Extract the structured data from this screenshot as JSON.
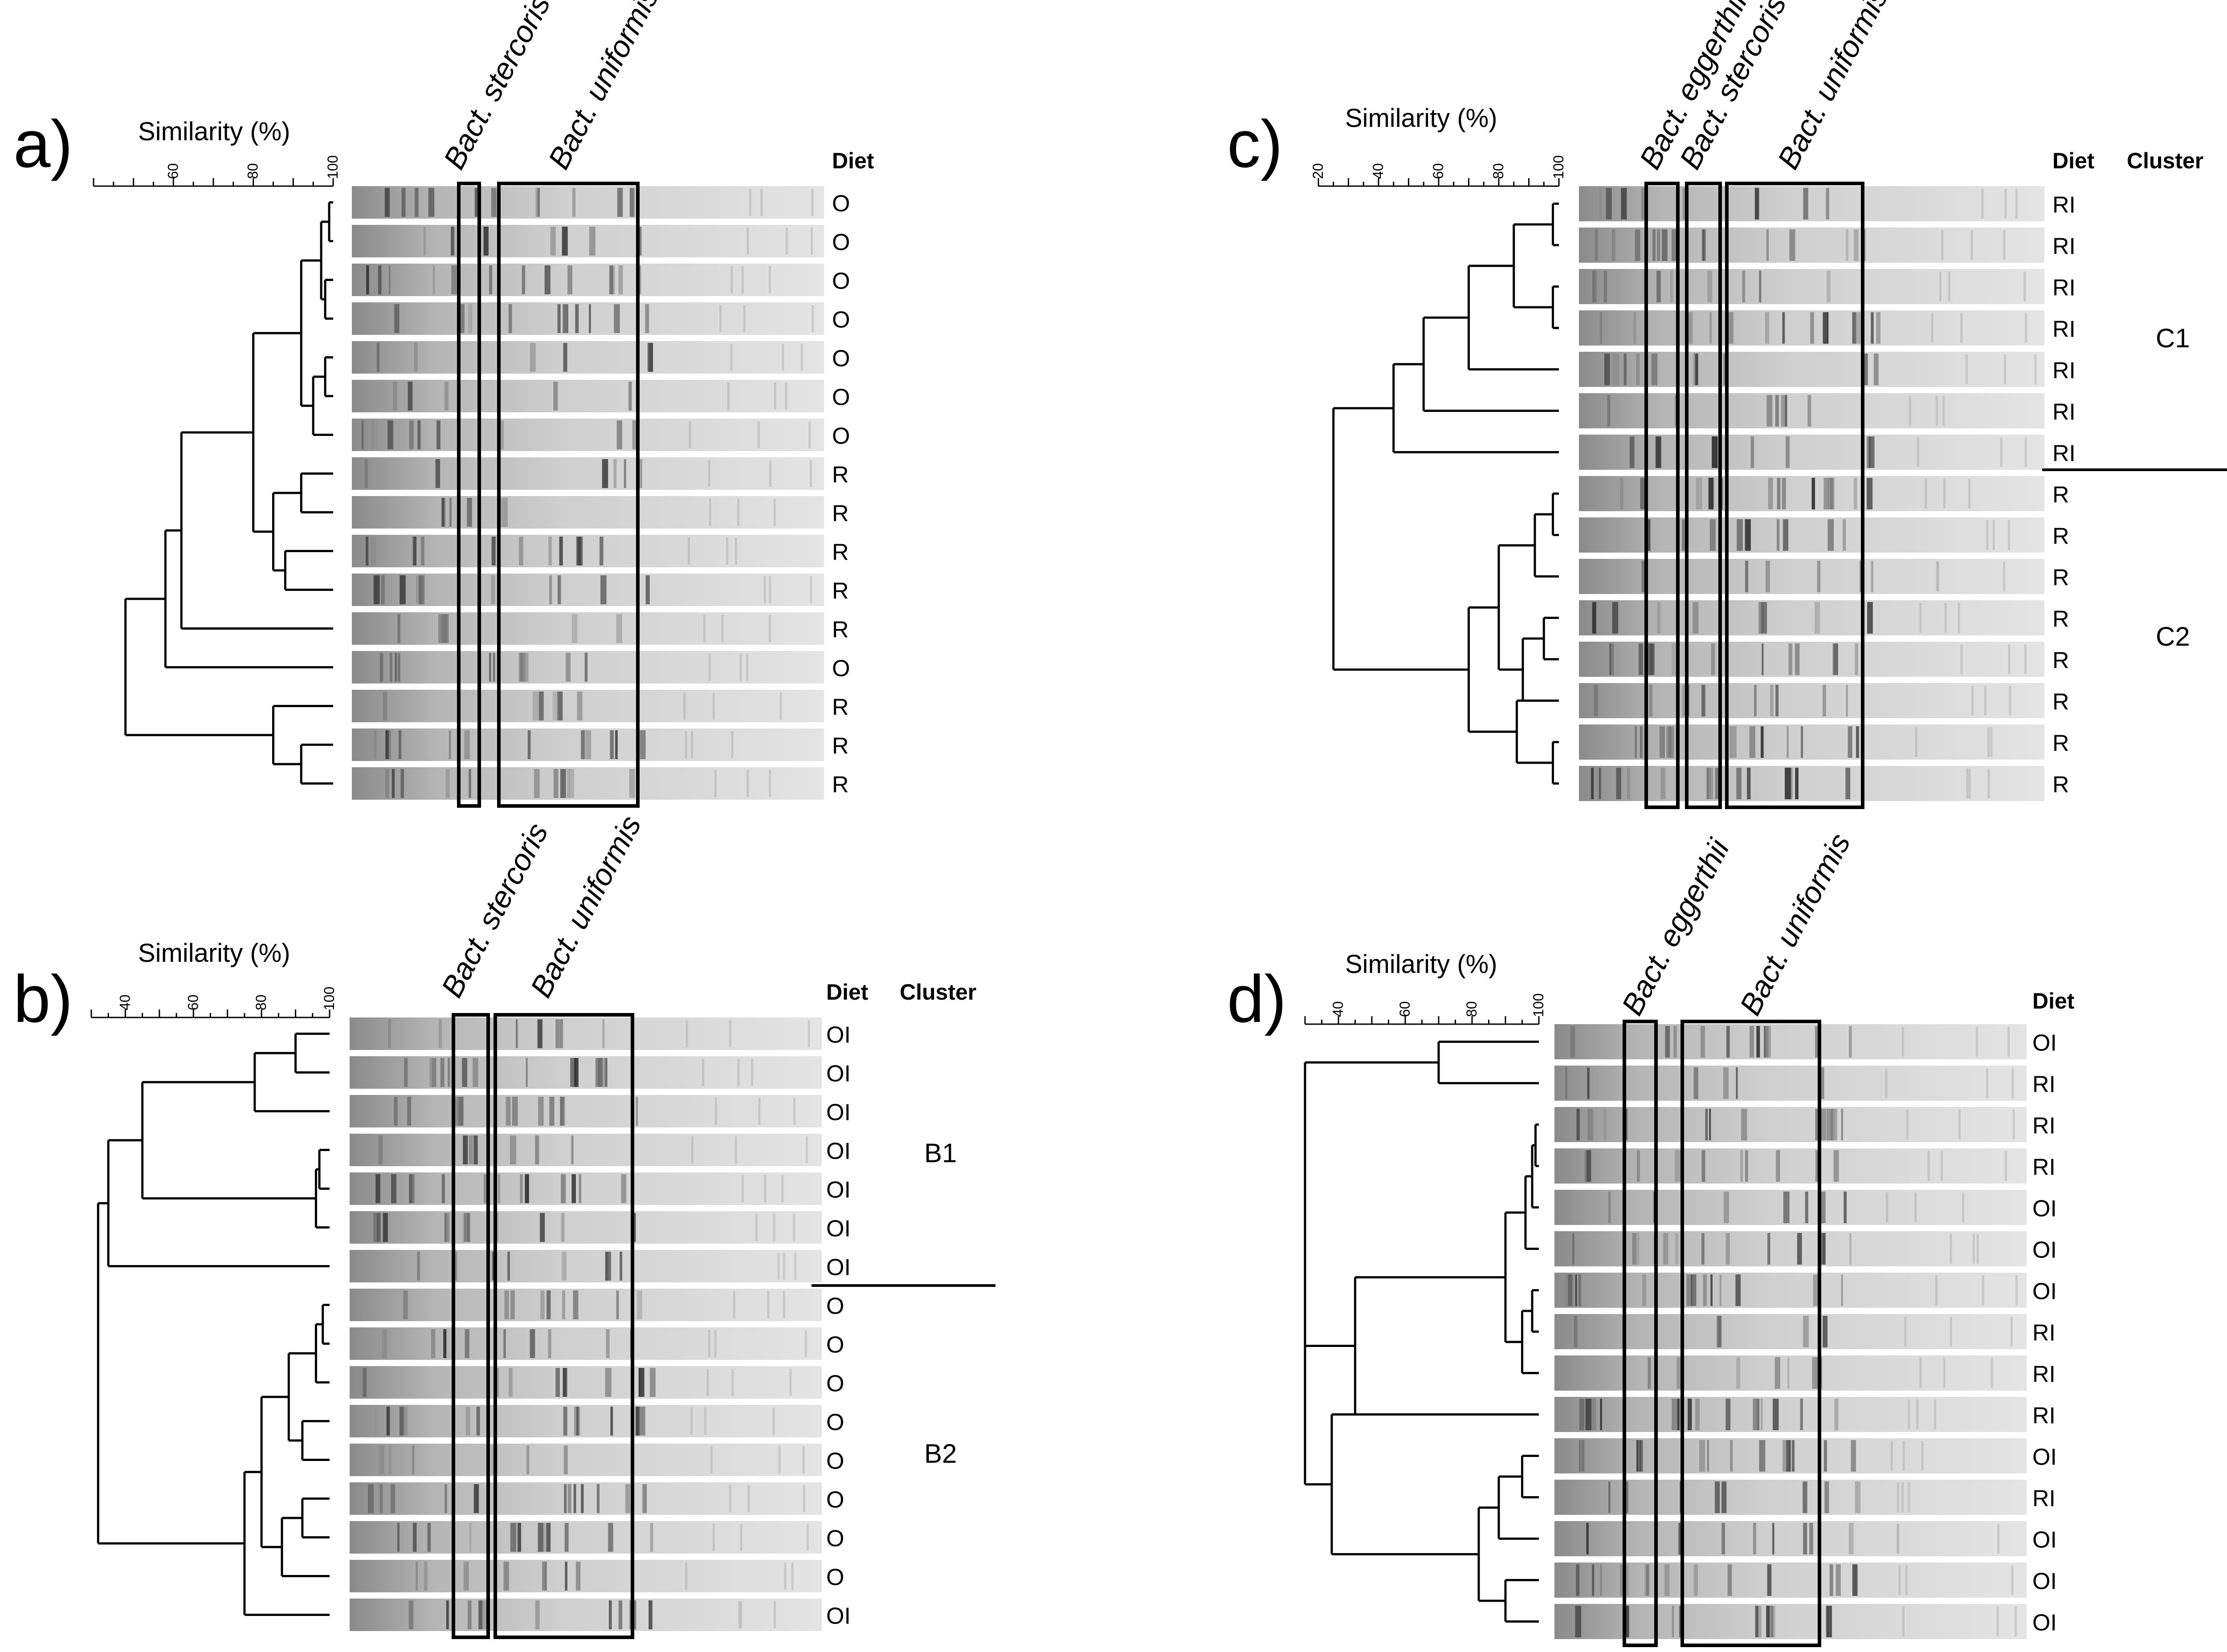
{
  "figure": {
    "panels": [
      {
        "id": "a",
        "letter": "a)",
        "axis_title": "Similarity (%)",
        "ticks": [
          "60",
          "80",
          "100"
        ],
        "band_labels": [
          "Bact. stercoris",
          "Bact. uniformis"
        ],
        "headers": {
          "diet": "Diet"
        },
        "diet": [
          "O",
          "O",
          "O",
          "O",
          "O",
          "O",
          "O",
          "R",
          "R",
          "R",
          "R",
          "R",
          "O",
          "R",
          "R",
          "R"
        ]
      },
      {
        "id": "b",
        "letter": "b)",
        "axis_title": "Similarity (%)",
        "ticks": [
          "40",
          "60",
          "80",
          "100"
        ],
        "band_labels": [
          "Bact. stercoris",
          "Bact. uniformis"
        ],
        "headers": {
          "diet": "Diet",
          "cluster": "Cluster"
        },
        "diet": [
          "OI",
          "OI",
          "OI",
          "OI",
          "OI",
          "OI",
          "OI",
          "O",
          "O",
          "O",
          "O",
          "O",
          "O",
          "O",
          "O",
          "OI"
        ],
        "clusters": [
          "B1",
          "B2"
        ]
      },
      {
        "id": "c",
        "letter": "c)",
        "axis_title": "Similarity (%)",
        "ticks": [
          "20",
          "40",
          "60",
          "80",
          "100"
        ],
        "band_labels": [
          "Bact. eggerthii",
          "Bact. stercoris",
          "Bact. uniformis"
        ],
        "headers": {
          "diet": "Diet",
          "cluster": "Cluster"
        },
        "diet": [
          "RI",
          "RI",
          "RI",
          "RI",
          "RI",
          "RI",
          "RI",
          "R",
          "R",
          "R",
          "R",
          "R",
          "R",
          "R",
          "R"
        ],
        "clusters": [
          "C1",
          "C2"
        ]
      },
      {
        "id": "d",
        "letter": "d)",
        "axis_title": "Similarity (%)",
        "ticks": [
          "40",
          "60",
          "80",
          "100"
        ],
        "band_labels": [
          "Bact. eggerthii",
          "Bact. uniformis"
        ],
        "headers": {
          "diet": "Diet"
        },
        "diet": [
          "OI",
          "RI",
          "RI",
          "RI",
          "OI",
          "OI",
          "OI",
          "RI",
          "RI",
          "RI",
          "OI",
          "RI",
          "OI",
          "OI",
          "OI"
        ]
      }
    ]
  }
}
